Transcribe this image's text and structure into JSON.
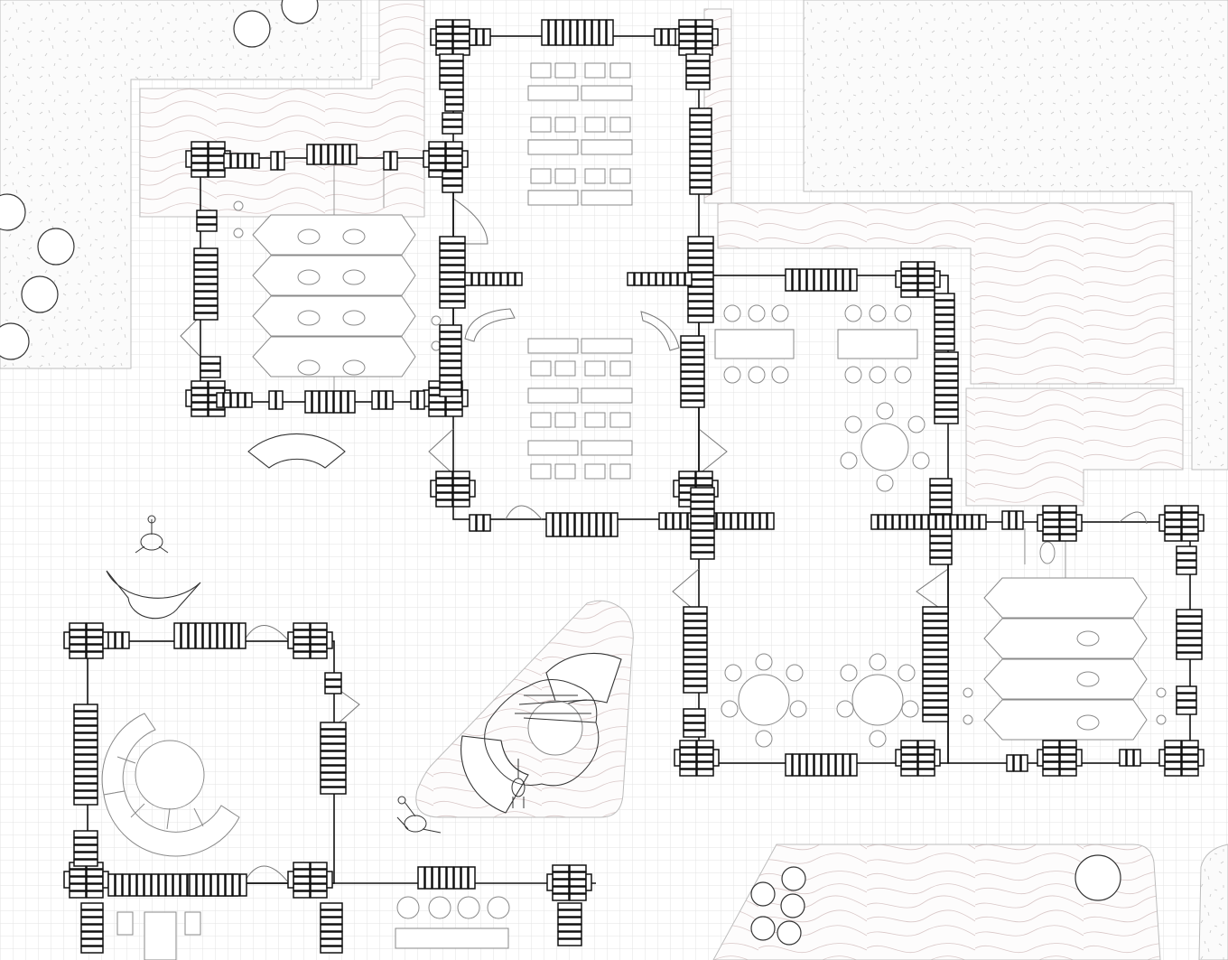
{
  "drawing": {
    "type": "architectural floor plan",
    "line_color": "#111111",
    "furniture_color": "#8a8a8a",
    "grid_color": "#e3e3e3",
    "landscape_color": "#d9c8c8",
    "labels": []
  },
  "rooms": [
    {
      "id": "restroom-north",
      "kind": "restroom",
      "stalls": 4
    },
    {
      "id": "classroom-north",
      "kind": "classroom",
      "desk_rows": 6
    },
    {
      "id": "dining-east",
      "kind": "dining",
      "tables": 4
    },
    {
      "id": "restroom-east",
      "kind": "restroom",
      "stalls": 4
    },
    {
      "id": "lounge-west",
      "kind": "lounge",
      "seats": 1
    },
    {
      "id": "courtyard-triangle",
      "kind": "courtyard",
      "trees": 1
    }
  ]
}
